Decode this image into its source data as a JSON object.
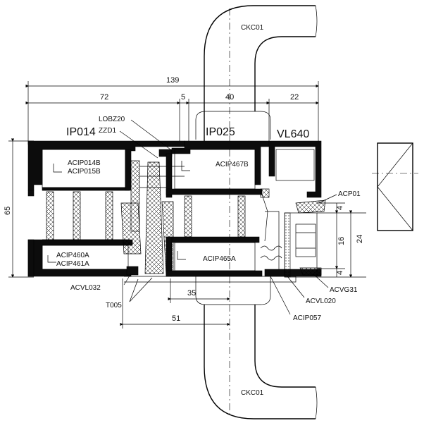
{
  "handle_labels": {
    "top": "CKC01",
    "bottom": "CKC01"
  },
  "profiles": {
    "left": "IP014",
    "middle": "IP025",
    "right": "VL640"
  },
  "dimensions": {
    "overall_width": "139",
    "left_width": "72",
    "gap": "5",
    "middle_width": "40",
    "right_width": "22",
    "height": "65",
    "glass": "24",
    "glass_inner": "16",
    "bead_top": "4",
    "bead_bottom": "4",
    "depth_35": "35",
    "depth_51": "51"
  },
  "parts": {
    "lobz20": "LOBZ20",
    "zzd1": "ZZD1",
    "acip014b": "ACIP014B",
    "acip015b": "ACIP015B",
    "acip467b": "ACIP467B",
    "acip460a": "ACIP460A",
    "acip461a": "ACIP461A",
    "acip465a": "ACIP465A",
    "acp01": "ACP01",
    "acvl032": "ACVL032",
    "t005": "T005",
    "acvg31": "ACVG31",
    "acvl020": "ACVL020",
    "acip057": "ACIP057"
  }
}
